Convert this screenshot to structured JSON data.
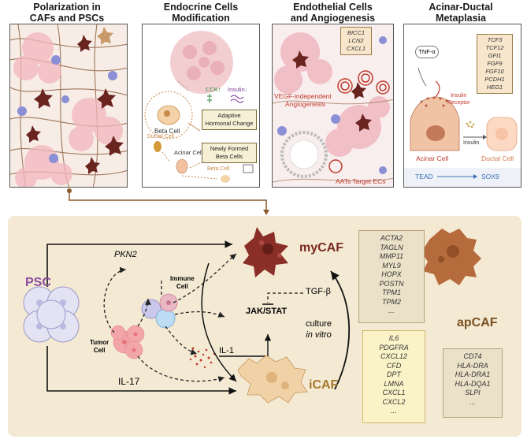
{
  "panels": {
    "p1": {
      "title_line1": "Polarization in",
      "title_line2": "CAFs and PSCs"
    },
    "p2": {
      "title_line1": "Endocrine Cells",
      "title_line2": "Modification",
      "beta_cell": "Beta Cell",
      "cck": "CCK↑",
      "insulin": "Insulin↓",
      "adaptive_line1": "Adaptive",
      "adaptive_line2": "Hormonal Change",
      "ductal_cell": "Ductal Cell",
      "acinar_cell": "Acinar Cell",
      "newly_line1": "Newly Formed",
      "newly_line2": "Beta Cells",
      "beta_cell_2": "Beta Cell"
    },
    "p3": {
      "title_line1": "Endothelial Cells",
      "title_line2": "and Angiogenesis",
      "genes": [
        "BICC1",
        "LCN2",
        "CXCL1"
      ],
      "vegf_line1": "VEGF-independent",
      "vegf_line2": "Angiogenesis",
      "aats": "AATs Target ECs"
    },
    "p4": {
      "title_line1": "Acinar-Ductal",
      "title_line2": "Metaplasia",
      "tnf": "TNF-α",
      "genes": [
        "TCF3",
        "TCF12",
        "GFI1",
        "FGF9",
        "FGF10",
        "PCDH1",
        "HEG1"
      ],
      "insulin_receptor_line1": "Insulin",
      "insulin_receptor_line2": "Receptor",
      "insulin": "Insulin",
      "acinar_cell": "Acinar Cell",
      "ductal_cell": "Ductal Cell",
      "tead": "TEAD",
      "sox9": "SOX9"
    }
  },
  "bottom": {
    "psc": "PSC",
    "pkn2": "PKN2",
    "immune_line1": "Immune",
    "immune_line2": "Cell",
    "tumor_line1": "Tumor",
    "tumor_line2": "Cell",
    "tgfb": "TGF-β",
    "jakstat": "JAK/STAT",
    "il1": "IL-1",
    "il17": "IL-17",
    "culture_line1": "culture",
    "culture_line2": "in vitro",
    "mycaf": "myCAF",
    "icaf": "iCAF",
    "apcaf": "apCAF",
    "mycaf_genes": [
      "ACTA2",
      "TAGLN",
      "MMP11",
      "MYL9",
      "HOPX",
      "POSTN",
      "TPM1",
      "TPM2",
      "..."
    ],
    "icaf_genes": [
      "IL6",
      "PDGFRA",
      "CXCL12",
      "CFD",
      "DPT",
      "LMNA",
      "CXCL1",
      "CXCL2",
      "..."
    ],
    "apcaf_genes": [
      "CD74",
      "HLA-DRA",
      "HLA-DRA1",
      "HLA-DQA1",
      "SLPI",
      "..."
    ]
  },
  "colors": {
    "psc": "#8a4fa0",
    "mycaf": "#7a2a22",
    "icaf": "#a5782a",
    "apcaf": "#7a5020",
    "bottom_bg": "#f4ead4",
    "blue_text": "#3a6fb5",
    "red_text": "#c0392b",
    "orange_text": "#d4774a"
  }
}
